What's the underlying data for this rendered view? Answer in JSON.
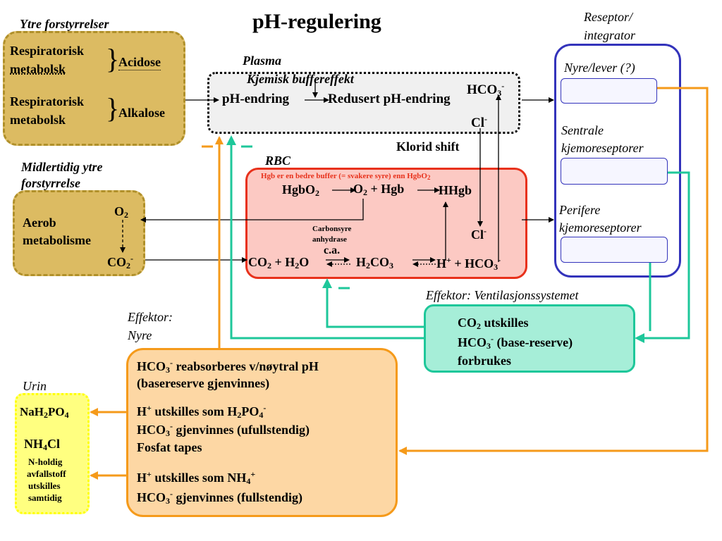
{
  "title": "pH-regulering",
  "ytre": {
    "heading": "Ytre forstyrrelser",
    "row1_a": "Respiratorisk",
    "row1_b": "metabolsk",
    "row1_result": "Acidose",
    "row2_a": "Respiratorisk",
    "row2_b": "metabolsk",
    "row2_result": "Alkalose"
  },
  "midlertidig": {
    "heading_1": "Midlertidig ytre",
    "heading_2": "forstyrrelse",
    "label_1": "Aerob",
    "label_2": "metabolisme",
    "o2": "O",
    "o2_sub": "2",
    "co2": "CO",
    "co2_sub": "2",
    "co2_sup": "-"
  },
  "plasma": {
    "heading": "Plasma",
    "subheading": "Kjemisk buffereffekt",
    "ph_change": "pH-endring",
    "reduced": "Redusert pH-endring",
    "hco3": "HCO",
    "hco3_sub": "3",
    "hco3_sup": "-",
    "cl": "Cl",
    "cl_sup": "-"
  },
  "klorid_shift": "Klorid shift",
  "rbc": {
    "heading": "RBC",
    "note": "Hgb er en bedre buffer (= svakere syre) enn HgbO",
    "note_sub": "2",
    "hgbo2": "HgbO",
    "hgbo2_sub": "2",
    "o2_hgb": "O",
    "o2_hgb_sub": "2",
    "o2_hgb_rest": " + Hgb",
    "hhgb": "HHgb",
    "carb_1": "Carbonsyre",
    "carb_2": "anhydrase",
    "ca": "c.a.",
    "cl": "Cl",
    "cl_sup": "-",
    "co2": "CO",
    "co2_sub": "2",
    "co2_rest": " + H",
    "h2o_sub": "2",
    "h2o_rest": "O",
    "h2co3_a": "H",
    "h2co3_sub1": "2",
    "h2co3_b": "CO",
    "h2co3_sub2": "3",
    "h_plus": "H",
    "h_plus_sup": "+",
    "h_rest": " + HCO",
    "hco3_sub": "3",
    "hco3_sup": "-"
  },
  "reseptor": {
    "heading_1": "Reseptor/",
    "heading_2": "integrator",
    "nyre_lever": "Nyre/lever (?)",
    "sentrale_1": "Sentrale",
    "sentrale_2": "kjemoreseptorer",
    "perifere_1": "Perifere",
    "perifere_2": "kjemoreseptorer"
  },
  "ventilasjon": {
    "heading": "Effektor: Ventilasjonssystemet",
    "line1_a": "CO",
    "line1_sub": "2",
    "line1_b": " utskilles",
    "line2_a": "HCO",
    "line2_sub": "3",
    "line2_sup": "-",
    "line2_b": " (base-reserve)",
    "line3": "forbrukes"
  },
  "nyre": {
    "heading_1": "Effektor:",
    "heading_2": "Nyre",
    "p1_a": "HCO",
    "p1_sub": "3",
    "p1_sup": "-",
    "p1_b": " reabsorberes v/nøytral pH",
    "p1_line2": "(basereserve gjenvinnes)",
    "p2_a": "H",
    "p2_sup": "+",
    "p2_b": " utskilles som H",
    "p2_sub1": "2",
    "p2_c": "PO",
    "p2_sub2": "4",
    "p2_sup2": "-",
    "p2_line2_a": "HCO",
    "p2_line2_sub": "3",
    "p2_line2_sup": "-",
    "p2_line2_b": " gjenvinnes (ufullstendig)",
    "p2_line3": "Fosfat tapes",
    "p3_a": "H",
    "p3_sup": "+",
    "p3_b": " utskilles som NH",
    "p3_sub": "4",
    "p3_sup2": "+",
    "p3_line2_a": "HCO",
    "p3_line2_sub": "3",
    "p3_line2_sup": "-",
    "p3_line2_b": " gjenvinnes (fullstendig)"
  },
  "urin": {
    "heading": "Urin",
    "nah2po4_a": "NaH",
    "nah2po4_sub1": "2",
    "nah2po4_b": "PO",
    "nah2po4_sub2": "4",
    "nh4cl_a": "NH",
    "nh4cl_sub": "4",
    "nh4cl_b": "Cl",
    "note_1": "N-holdig",
    "note_2": "avfallstoff",
    "note_3": "utskilles",
    "note_4": "samtidig"
  },
  "colors": {
    "ytre_fill": "#dcbb62",
    "ytre_border": "#b0902a",
    "plasma_fill": "#f0f0f0",
    "rbc_fill": "#fcc9c3",
    "rbc_border": "#e8311b",
    "rbc_note": "#e8311b",
    "reseptor_border": "#3333bb",
    "vent_fill": "#a6eed8",
    "vent_border": "#1ec79a",
    "nyre_fill": "#fdd7a4",
    "nyre_border": "#f59a1a",
    "urin_fill": "#ffff80",
    "urin_border": "#ffff00",
    "orange": "#f59a1a",
    "teal": "#1ec79a"
  }
}
